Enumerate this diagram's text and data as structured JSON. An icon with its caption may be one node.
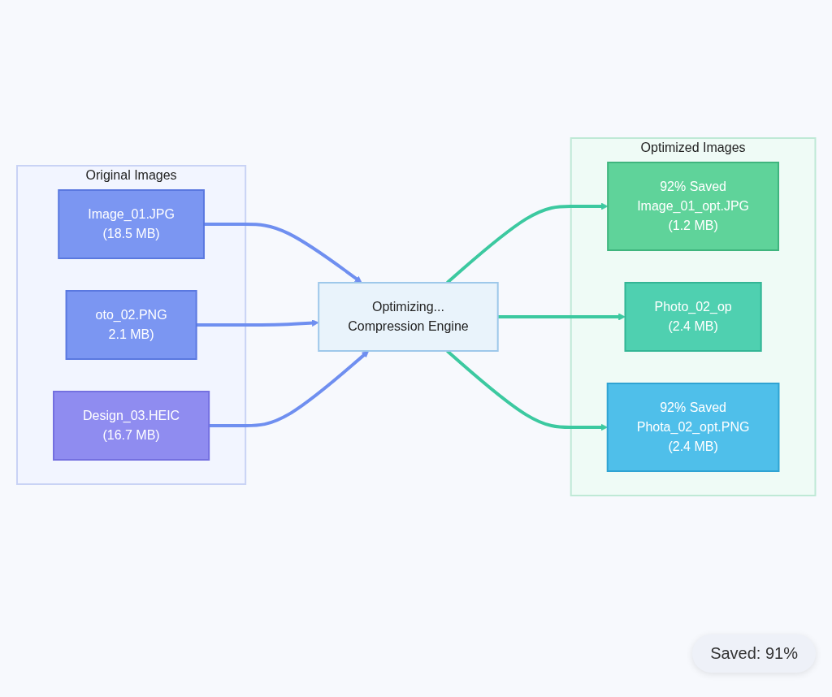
{
  "diagram": {
    "nodes": [
      {
        "text": [
          "Original Images"
        ]
      },
      {
        "text": [
          "Image_01.JPG",
          "(18.5 MB)"
        ],
        "in": 0
      },
      {
        "text": [
          "oto_02.PNG",
          "2.1 MB)"
        ],
        "in": 0
      },
      {
        "text": [
          "Design_03.HEIC",
          "(16.7 MB)"
        ],
        "in": 0
      },
      {
        "text": [
          "Optimizing...",
          "Compression Engine"
        ]
      },
      {
        "text": [
          "Optimized Images"
        ]
      },
      {
        "text": [
          "92% Saved",
          "Image_01_opt.JPG",
          "(1.2 MB)"
        ],
        "in": 5
      },
      {
        "text": [
          "Photo_02_op",
          "(2.4 MB)"
        ],
        "in": 5
      },
      {
        "text": [
          "92% Saved",
          "Phota_02_opt.PNG",
          "(2.4 MB)"
        ],
        "in": 5
      }
    ],
    "edges": [
      {
        "from": 1,
        "to": 4,
        "arrow": "to"
      },
      {
        "from": 2,
        "to": 4,
        "arrow": "to"
      },
      {
        "from": 3,
        "to": 4,
        "arrow": "to"
      },
      {
        "from": 4,
        "to": 6,
        "arrow": "to"
      },
      {
        "from": 4,
        "to": 7,
        "arrow": "to"
      },
      {
        "from": 4,
        "to": 8,
        "arrow": "to"
      }
    ],
    "labels": [
      "Saved: 91%"
    ]
  }
}
